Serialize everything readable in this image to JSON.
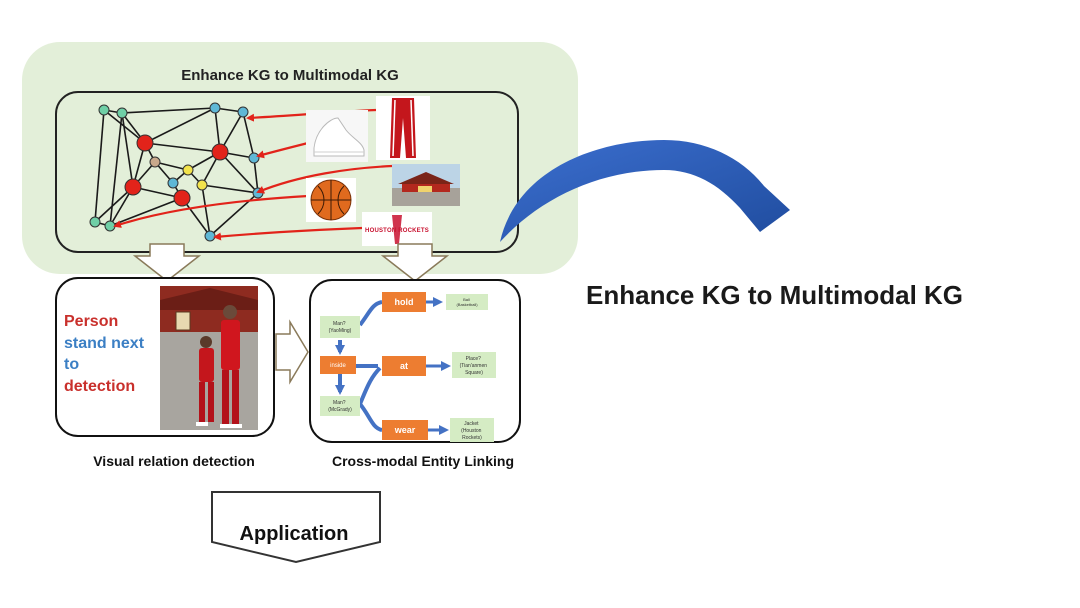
{
  "panel": {
    "title": "Enhance KG to Multimodal KG",
    "bg_color": "#e3efd9",
    "link_color": "#e2231a"
  },
  "right_title": "Enhance KG to Multimodal KG",
  "kg": {
    "node_colors": {
      "red": "#e2231a",
      "teal": "#6fcfa6",
      "cyan": "#5fb8d6",
      "yellow": "#f2e34c",
      "tan": "#c9a98c"
    }
  },
  "images": {
    "logo_text": "HOUSTON ROCKETS"
  },
  "visual_relation": {
    "caption": "Visual relation detection",
    "text_parts": [
      "Person",
      "stand next",
      "to",
      "detection"
    ],
    "colors": [
      "#c9302c",
      "#3b7fc4",
      "#3b7fc4",
      "#c9302c"
    ]
  },
  "entity_linking": {
    "caption": "Cross-modal Entity Linking",
    "nodes": {
      "man1": [
        "Man?",
        "(YaoMing)"
      ],
      "inside": "inside",
      "man2": [
        "Man?",
        "(McGrady)"
      ],
      "hold": "hold",
      "at": "at",
      "wear": "wear",
      "ball": [
        "Ball",
        "(Basketball)"
      ],
      "place": [
        "Place?",
        "(Tian'anmen",
        "Square)"
      ],
      "jacket": [
        "Jacket",
        "(Houston",
        "Rockets)"
      ]
    },
    "box_orange": "#ed7d31",
    "box_green": "#d5ecc4",
    "arrow_blue": "#4472c4"
  },
  "application": {
    "label": "Application"
  },
  "big_arrow_color": "#2f5fb3"
}
